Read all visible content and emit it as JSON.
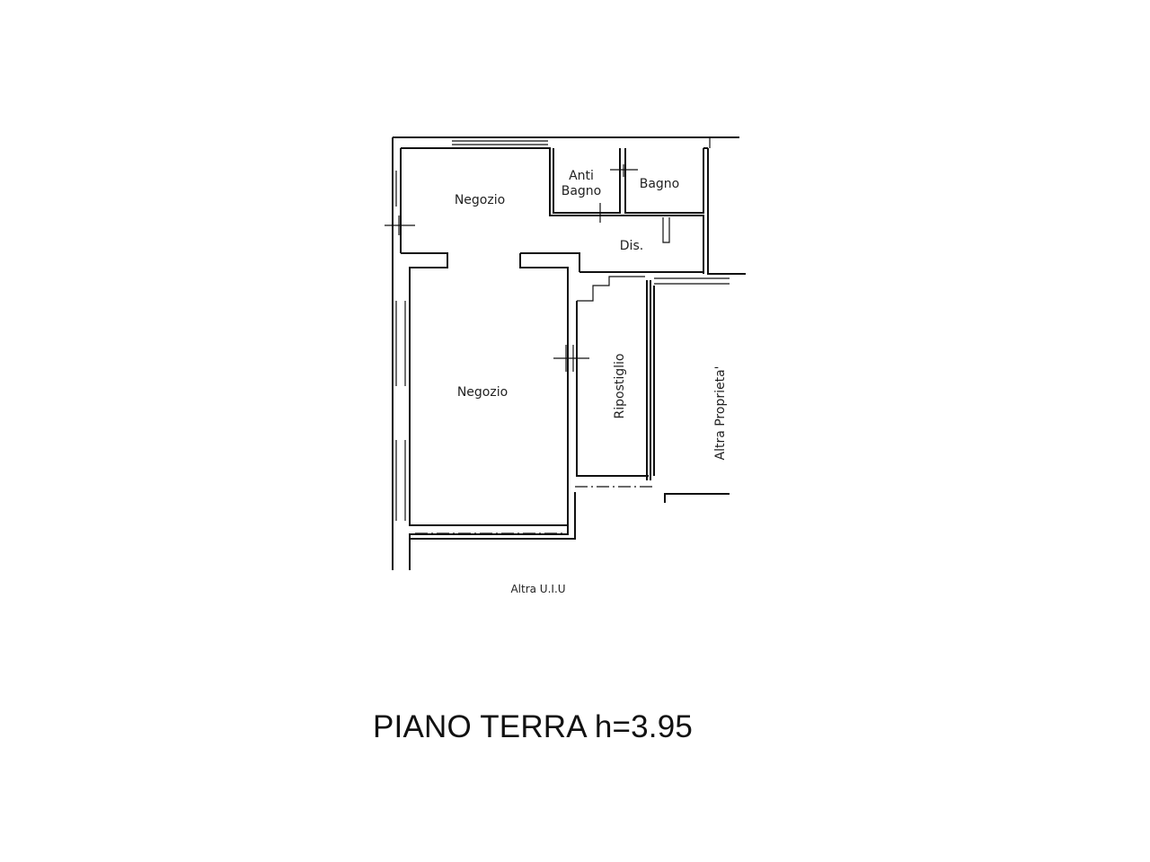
{
  "plan": {
    "title": "PIANO TERRA h=3.95",
    "rooms": {
      "negozio_top": "Negozio",
      "anti_bagno_line1": "Anti",
      "anti_bagno_line2": "Bagno",
      "bagno": "Bagno",
      "dis": "Dis.",
      "negozio_main": "Negozio",
      "ripostiglio": "Ripostiglio",
      "altra_proprieta": "Altra Proprieta'",
      "altra_uiu": "Altra U.I.U"
    }
  }
}
